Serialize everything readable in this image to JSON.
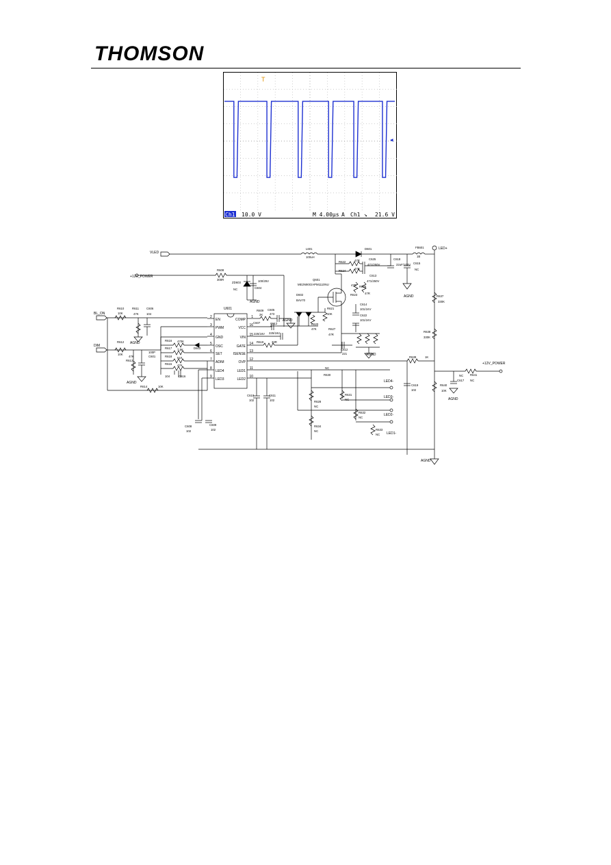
{
  "header": {
    "brand": "THOMSON"
  },
  "oscilloscope": {
    "channel": "Ch1",
    "volts_per_div": "10.0 V",
    "timebase": "M 4.00µs",
    "trigger_mode": "A",
    "trigger_source": "Ch1",
    "trigger_slope_symbol": "⌐",
    "trigger_level": "21.6 V",
    "trigger_marker": "T",
    "ground_marker": "1",
    "trace_color": "#1c2fd1",
    "pulse_starts_div": [
      0.15,
      2.05,
      3.85,
      5.6,
      7.05,
      8.7
    ],
    "pulse_widths_div": [
      0.18,
      0.18,
      0.18,
      0.18,
      0.18,
      0.18
    ]
  },
  "schematic": {
    "nets": {
      "vled": "VLED",
      "p12_top": "+12V_POWER",
      "p12_right": "+12V_POWER",
      "bl_on": "BL_ON",
      "dim": "DIM",
      "led_plus": "LED+",
      "led4": "LED4-",
      "led3": "LED3-",
      "led2": "LED2-",
      "led1": "LED1-",
      "agnd": "AGND"
    },
    "ic": {
      "ref": "U601",
      "left_pins": [
        {
          "no": "2",
          "name": "EN"
        },
        {
          "no": "3",
          "name": "PWM"
        },
        {
          "no": "4",
          "name": "GND"
        },
        {
          "no": "5",
          "name": "OSC"
        },
        {
          "no": "6",
          "name": "SET"
        },
        {
          "no": "7",
          "name": "ADIM"
        },
        {
          "no": "8",
          "name": "LED4"
        },
        {
          "no": "9",
          "name": "LED3"
        }
      ],
      "right_pins": [
        {
          "no": "1",
          "name": "COMP"
        },
        {
          "no": "16",
          "name": "VCC"
        },
        {
          "no": "15",
          "name": "VIN"
        },
        {
          "no": "14",
          "name": "GATE"
        },
        {
          "no": "13",
          "name": "ISENSE"
        },
        {
          "no": "12",
          "name": "OVP"
        },
        {
          "no": "11",
          "name": "LED1"
        },
        {
          "no": "10",
          "name": "LED2"
        }
      ]
    },
    "labels": {
      "l601": "L601",
      "l601v": "100uH",
      "d601": "D601",
      "fb601": "FB601",
      "fb601v": "1B",
      "r608": "R608",
      "r608v": "300R",
      "zd603": "ZD603",
      "zd603v": "NC",
      "c604": "C604",
      "c604v": "100/25V",
      "r622": "R622",
      "r622v": "47R",
      "r624": "R624",
      "r624v": "47R",
      "c625": "C625",
      "c625v": "471/250V",
      "c618": "C618",
      "c618v": "22uF/100V",
      "c615": "C615",
      "c615v": "NC",
      "c613": "C613",
      "c613v": "471/250V",
      "q601": "Q601",
      "q601v": "ME2N90G/APM1110NU",
      "d602": "D602",
      "d602v": "BAV70",
      "r623": "R623",
      "r623v": "47R",
      "r626": "R626",
      "r626v": "47R",
      "c614": "C614",
      "c614v": "101/1KV",
      "c622": "C622",
      "c622v": "101/1KV",
      "r620": "R620",
      "r620v": "47K",
      "r621": "R621",
      "r621v": "10K",
      "r627": "R627",
      "r627v": "47R",
      "r637": "R637",
      "r637v": "330K",
      "r638": "R638",
      "r638v": "330K",
      "r609": "R609",
      "r609v": "2K",
      "c605": "C605",
      "c605v": "473",
      "c607": "C607",
      "c607v": "225/16V",
      "c612c": "C612",
      "c612cv": "225/16V",
      "r619": "R619",
      "r619v": "33R",
      "c612": "C612",
      "c612v": "221",
      "r610": "R610",
      "r610v": "10K",
      "r611": "R611",
      "r611v": "47K",
      "c606": "C606",
      "c606v": "104",
      "r612": "R612",
      "r612v": "10K",
      "r613": "R613",
      "r613v": "47K",
      "c601": "C601",
      "c601v": "100P",
      "r614": "R614",
      "r614v": "10K",
      "r616": "R616",
      "r616v": "470K",
      "r617": "R617",
      "r617v": "7.5K",
      "r618": "R618",
      "r618v": "51K",
      "r615": "R615",
      "r615v": "47K",
      "d603": "D603",
      "c616": "C616",
      "c616v": "104",
      "r639": "R639",
      "r639v": "1K",
      "r641": "R641",
      "r641v": "NC",
      "r640": "R640",
      "r640v": "10K",
      "c617": "C617",
      "c617v": "NC",
      "c619": "C619",
      "c619v": "102",
      "r630": "R630",
      "r630v": "NC",
      "r628": "R628",
      "r628v": "NC",
      "r631": "R631",
      "r631v": "NC",
      "r632": "R632",
      "r632v": "NC",
      "r634": "R634",
      "r634v": "NC",
      "r633": "R633",
      "r633v": "NC",
      "c608": "C608",
      "c608v": "102",
      "c609": "C609",
      "c609v": "102",
      "c610": "C610",
      "c610v": "102",
      "c611": "C611",
      "c611v": "102"
    }
  }
}
